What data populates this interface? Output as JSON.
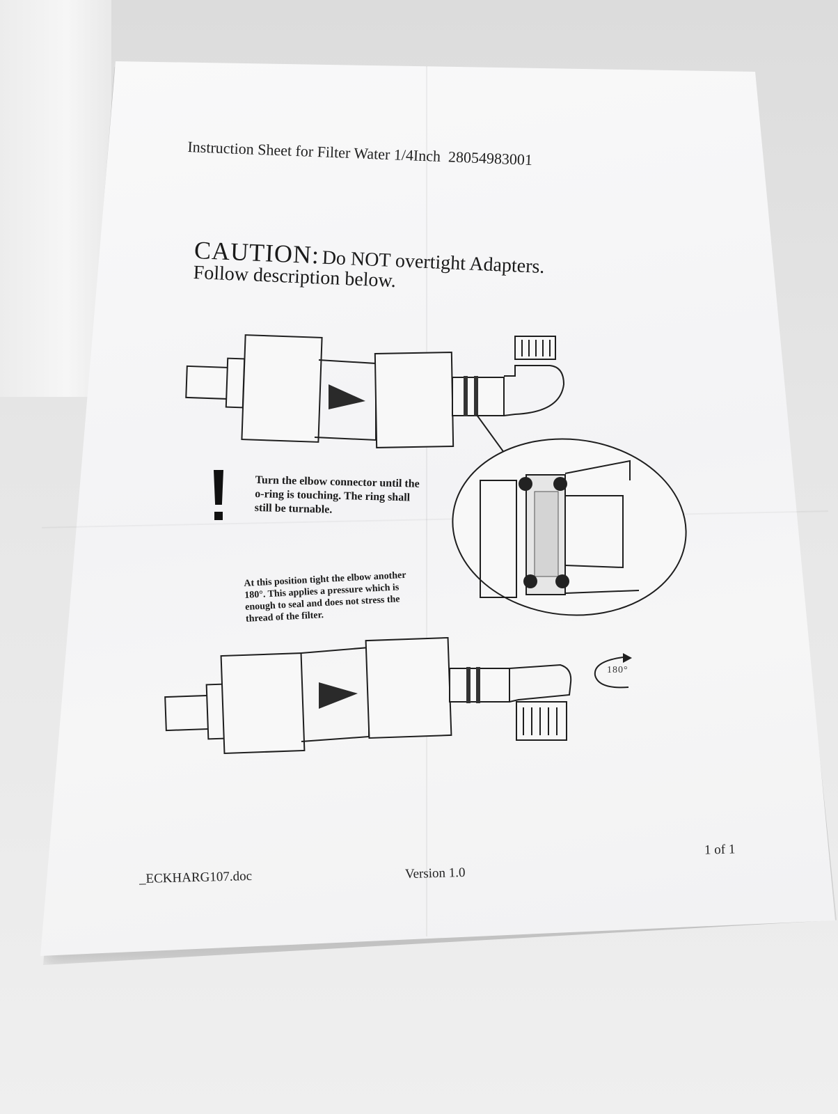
{
  "document": {
    "title": "Instruction Sheet for Filter Water 1/4Inch  28054983001",
    "caution_label": "CAUTION:",
    "caution_text": "Do NOT overtight Adapters.",
    "caution_line2": "Follow description below.",
    "note_turn": "Turn the elbow connector until the o-ring is touching. The ring shall still be turnable.",
    "note_tighten": "At this position tight the elbow another 180°. This applies a pressure which is enough to seal and does not stress the thread of the filter.",
    "rotation_label": "180°",
    "footer_filename": "_ECKHARG107.doc",
    "footer_version": "Version 1.0",
    "footer_page": "1 of 1"
  },
  "icons": {
    "warning": "exclamation-icon",
    "rotation": "rotate-arrow-icon",
    "flow": "flow-direction-arrow-icon"
  }
}
